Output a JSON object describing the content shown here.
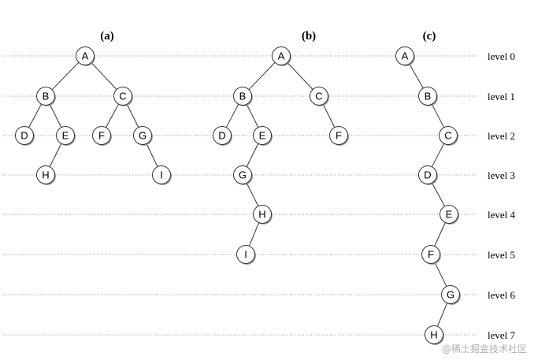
{
  "panels": [
    {
      "label": "(a)",
      "nodes": [
        {
          "id": "A",
          "level": 0
        },
        {
          "id": "B",
          "level": 1
        },
        {
          "id": "C",
          "level": 1
        },
        {
          "id": "D",
          "level": 2
        },
        {
          "id": "E",
          "level": 2
        },
        {
          "id": "F",
          "level": 2
        },
        {
          "id": "G",
          "level": 2
        },
        {
          "id": "H",
          "level": 3
        },
        {
          "id": "I",
          "level": 3
        }
      ],
      "edges": [
        [
          "A",
          "B"
        ],
        [
          "A",
          "C"
        ],
        [
          "B",
          "D"
        ],
        [
          "B",
          "E"
        ],
        [
          "C",
          "F"
        ],
        [
          "C",
          "G"
        ],
        [
          "E",
          "H"
        ],
        [
          "G",
          "I"
        ]
      ]
    },
    {
      "label": "(b)",
      "nodes": [
        {
          "id": "A",
          "level": 0
        },
        {
          "id": "B",
          "level": 1
        },
        {
          "id": "C",
          "level": 1
        },
        {
          "id": "D",
          "level": 2
        },
        {
          "id": "E",
          "level": 2
        },
        {
          "id": "F",
          "level": 2
        },
        {
          "id": "G",
          "level": 3
        },
        {
          "id": "H",
          "level": 4
        },
        {
          "id": "I",
          "level": 5
        }
      ],
      "edges": [
        [
          "A",
          "B"
        ],
        [
          "A",
          "C"
        ],
        [
          "B",
          "D"
        ],
        [
          "B",
          "E"
        ],
        [
          "C",
          "F"
        ],
        [
          "E",
          "G"
        ],
        [
          "G",
          "H"
        ],
        [
          "H",
          "I"
        ]
      ]
    },
    {
      "label": "(c)",
      "nodes": [
        {
          "id": "A",
          "level": 0
        },
        {
          "id": "B",
          "level": 1
        },
        {
          "id": "C",
          "level": 2
        },
        {
          "id": "D",
          "level": 3
        },
        {
          "id": "E",
          "level": 4
        },
        {
          "id": "F",
          "level": 5
        },
        {
          "id": "G",
          "level": 6
        },
        {
          "id": "H",
          "level": 7
        }
      ],
      "edges": [
        [
          "A",
          "B"
        ],
        [
          "B",
          "C"
        ],
        [
          "C",
          "D"
        ],
        [
          "D",
          "E"
        ],
        [
          "E",
          "F"
        ],
        [
          "F",
          "G"
        ],
        [
          "G",
          "H"
        ]
      ]
    }
  ],
  "levels": [
    "level 0",
    "level 1",
    "level 2",
    "level 3",
    "level 4",
    "level 5",
    "level 6",
    "level 7"
  ],
  "watermark": "@稀土掘金技术社区",
  "colors": {
    "line": "#333333",
    "dotted": "#9a9a9a",
    "node_fill": "#ffffff",
    "shadow": "#9a9a9a"
  }
}
